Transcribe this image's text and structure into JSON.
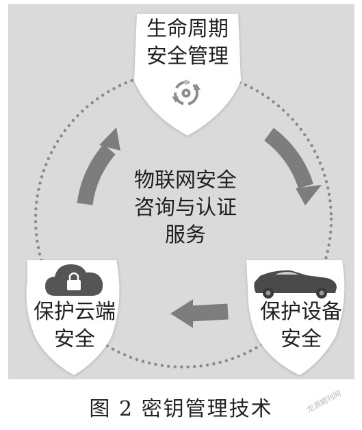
{
  "diagram": {
    "center_lines": [
      "物联网安全",
      "咨询与认证",
      "服务"
    ],
    "nodes": {
      "top": {
        "lines": [
          "生命周期",
          "安全管理"
        ],
        "icon": "lifecycle-gear-icon"
      },
      "right": {
        "lines": [
          "保护设备",
          "安全"
        ],
        "icon": "car-icon"
      },
      "left": {
        "lines": [
          "保护云端",
          "安全"
        ],
        "icon": "cloud-lock-icon"
      }
    },
    "colors": {
      "panel": "#dadada",
      "shield": "#ffffff",
      "arrow": "#7d7d7d",
      "dots": "#8a8a8a",
      "text": "#1e1e1e"
    }
  },
  "caption": "图 2   密钥管理技术",
  "watermark": "龙源期刊网"
}
